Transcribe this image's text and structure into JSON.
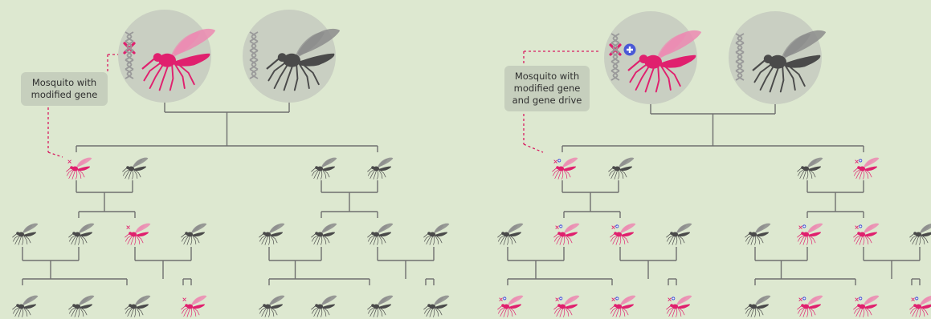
{
  "colors": {
    "background": "#dde8d0",
    "modified": "#e0206e",
    "modified_wing": "#ec8ab2",
    "wild": "#4a4a4a",
    "wild_wing": "#8c8c8c",
    "parent_circle": "#c9cfc2",
    "tree_line": "#6f6f6f",
    "leader_line": "#d81b60",
    "gene_drive_marker": "#4a58d6",
    "dna": "#9a9a9a"
  },
  "panels": [
    {
      "name": "modified-gene-only",
      "label_lines": [
        "Mosquito with",
        "modified gene"
      ],
      "parents": [
        {
          "type": "modified",
          "marker": "x"
        },
        {
          "type": "wild",
          "marker": "none"
        }
      ],
      "generation_1": [
        {
          "type": "modified",
          "marker": "x"
        },
        {
          "type": "wild",
          "marker": "none"
        },
        {
          "type": "wild",
          "marker": "none"
        },
        {
          "type": "wild",
          "marker": "none"
        }
      ],
      "generation_2": [
        {
          "type": "wild",
          "marker": "none"
        },
        {
          "type": "wild",
          "marker": "none"
        },
        {
          "type": "modified",
          "marker": "x"
        },
        {
          "type": "wild",
          "marker": "none"
        },
        {
          "type": "wild",
          "marker": "none"
        },
        {
          "type": "wild",
          "marker": "none"
        },
        {
          "type": "wild",
          "marker": "none"
        },
        {
          "type": "wild",
          "marker": "none"
        }
      ],
      "generation_3": [
        {
          "type": "wild",
          "marker": "none"
        },
        {
          "type": "wild",
          "marker": "none"
        },
        {
          "type": "wild",
          "marker": "none"
        },
        {
          "type": "modified",
          "marker": "x"
        },
        {
          "type": "wild",
          "marker": "none"
        },
        {
          "type": "wild",
          "marker": "none"
        },
        {
          "type": "wild",
          "marker": "none"
        },
        {
          "type": "wild",
          "marker": "none"
        }
      ]
    },
    {
      "name": "modified-gene-and-gene-drive",
      "label_lines": [
        "Mosquito with",
        "modified gene",
        "and gene drive"
      ],
      "parents": [
        {
          "type": "modified",
          "marker": "x-plus"
        },
        {
          "type": "wild",
          "marker": "none"
        }
      ],
      "generation_1": [
        {
          "type": "modified",
          "marker": "x-plus"
        },
        {
          "type": "wild",
          "marker": "none"
        },
        {
          "type": "wild",
          "marker": "none"
        },
        {
          "type": "modified",
          "marker": "x-plus"
        }
      ],
      "generation_2": [
        {
          "type": "wild",
          "marker": "none"
        },
        {
          "type": "modified",
          "marker": "x-plus"
        },
        {
          "type": "modified",
          "marker": "x-plus"
        },
        {
          "type": "wild",
          "marker": "none"
        },
        {
          "type": "wild",
          "marker": "none"
        },
        {
          "type": "modified",
          "marker": "x-plus"
        },
        {
          "type": "modified",
          "marker": "x-plus"
        },
        {
          "type": "wild",
          "marker": "none"
        }
      ],
      "generation_3": [
        {
          "type": "modified",
          "marker": "x-plus"
        },
        {
          "type": "modified",
          "marker": "x-plus"
        },
        {
          "type": "modified",
          "marker": "x-plus"
        },
        {
          "type": "modified",
          "marker": "x-plus"
        },
        {
          "type": "wild",
          "marker": "none"
        },
        {
          "type": "modified",
          "marker": "x-plus"
        },
        {
          "type": "modified",
          "marker": "x-plus"
        },
        {
          "type": "modified",
          "marker": "x-plus"
        }
      ]
    }
  ]
}
